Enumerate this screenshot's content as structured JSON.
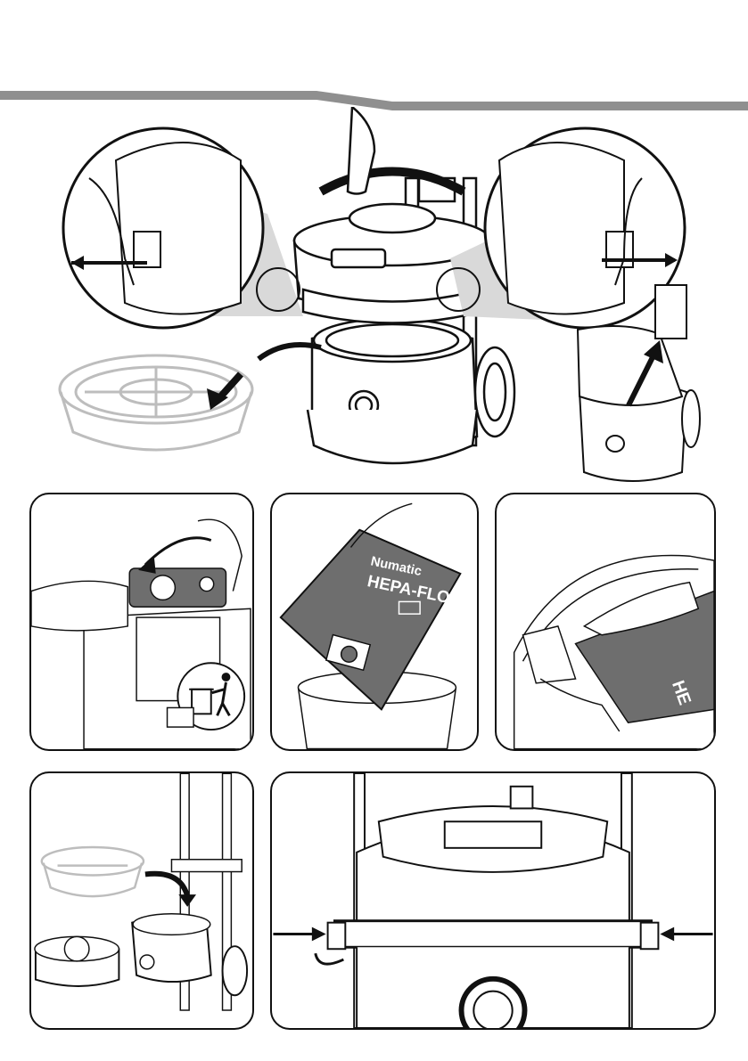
{
  "manual_page": {
    "bag_panel": {
      "brand_text": "Numatic",
      "product_text": "HEPA-FLO"
    },
    "fitted_bag_panel": {
      "partial_text": "HE"
    }
  },
  "colors": {
    "header_bar": "#8f8f8f",
    "bag_fill": "#6e6e6e",
    "line": "#111111",
    "ghost_line": "#bdbdbd"
  }
}
